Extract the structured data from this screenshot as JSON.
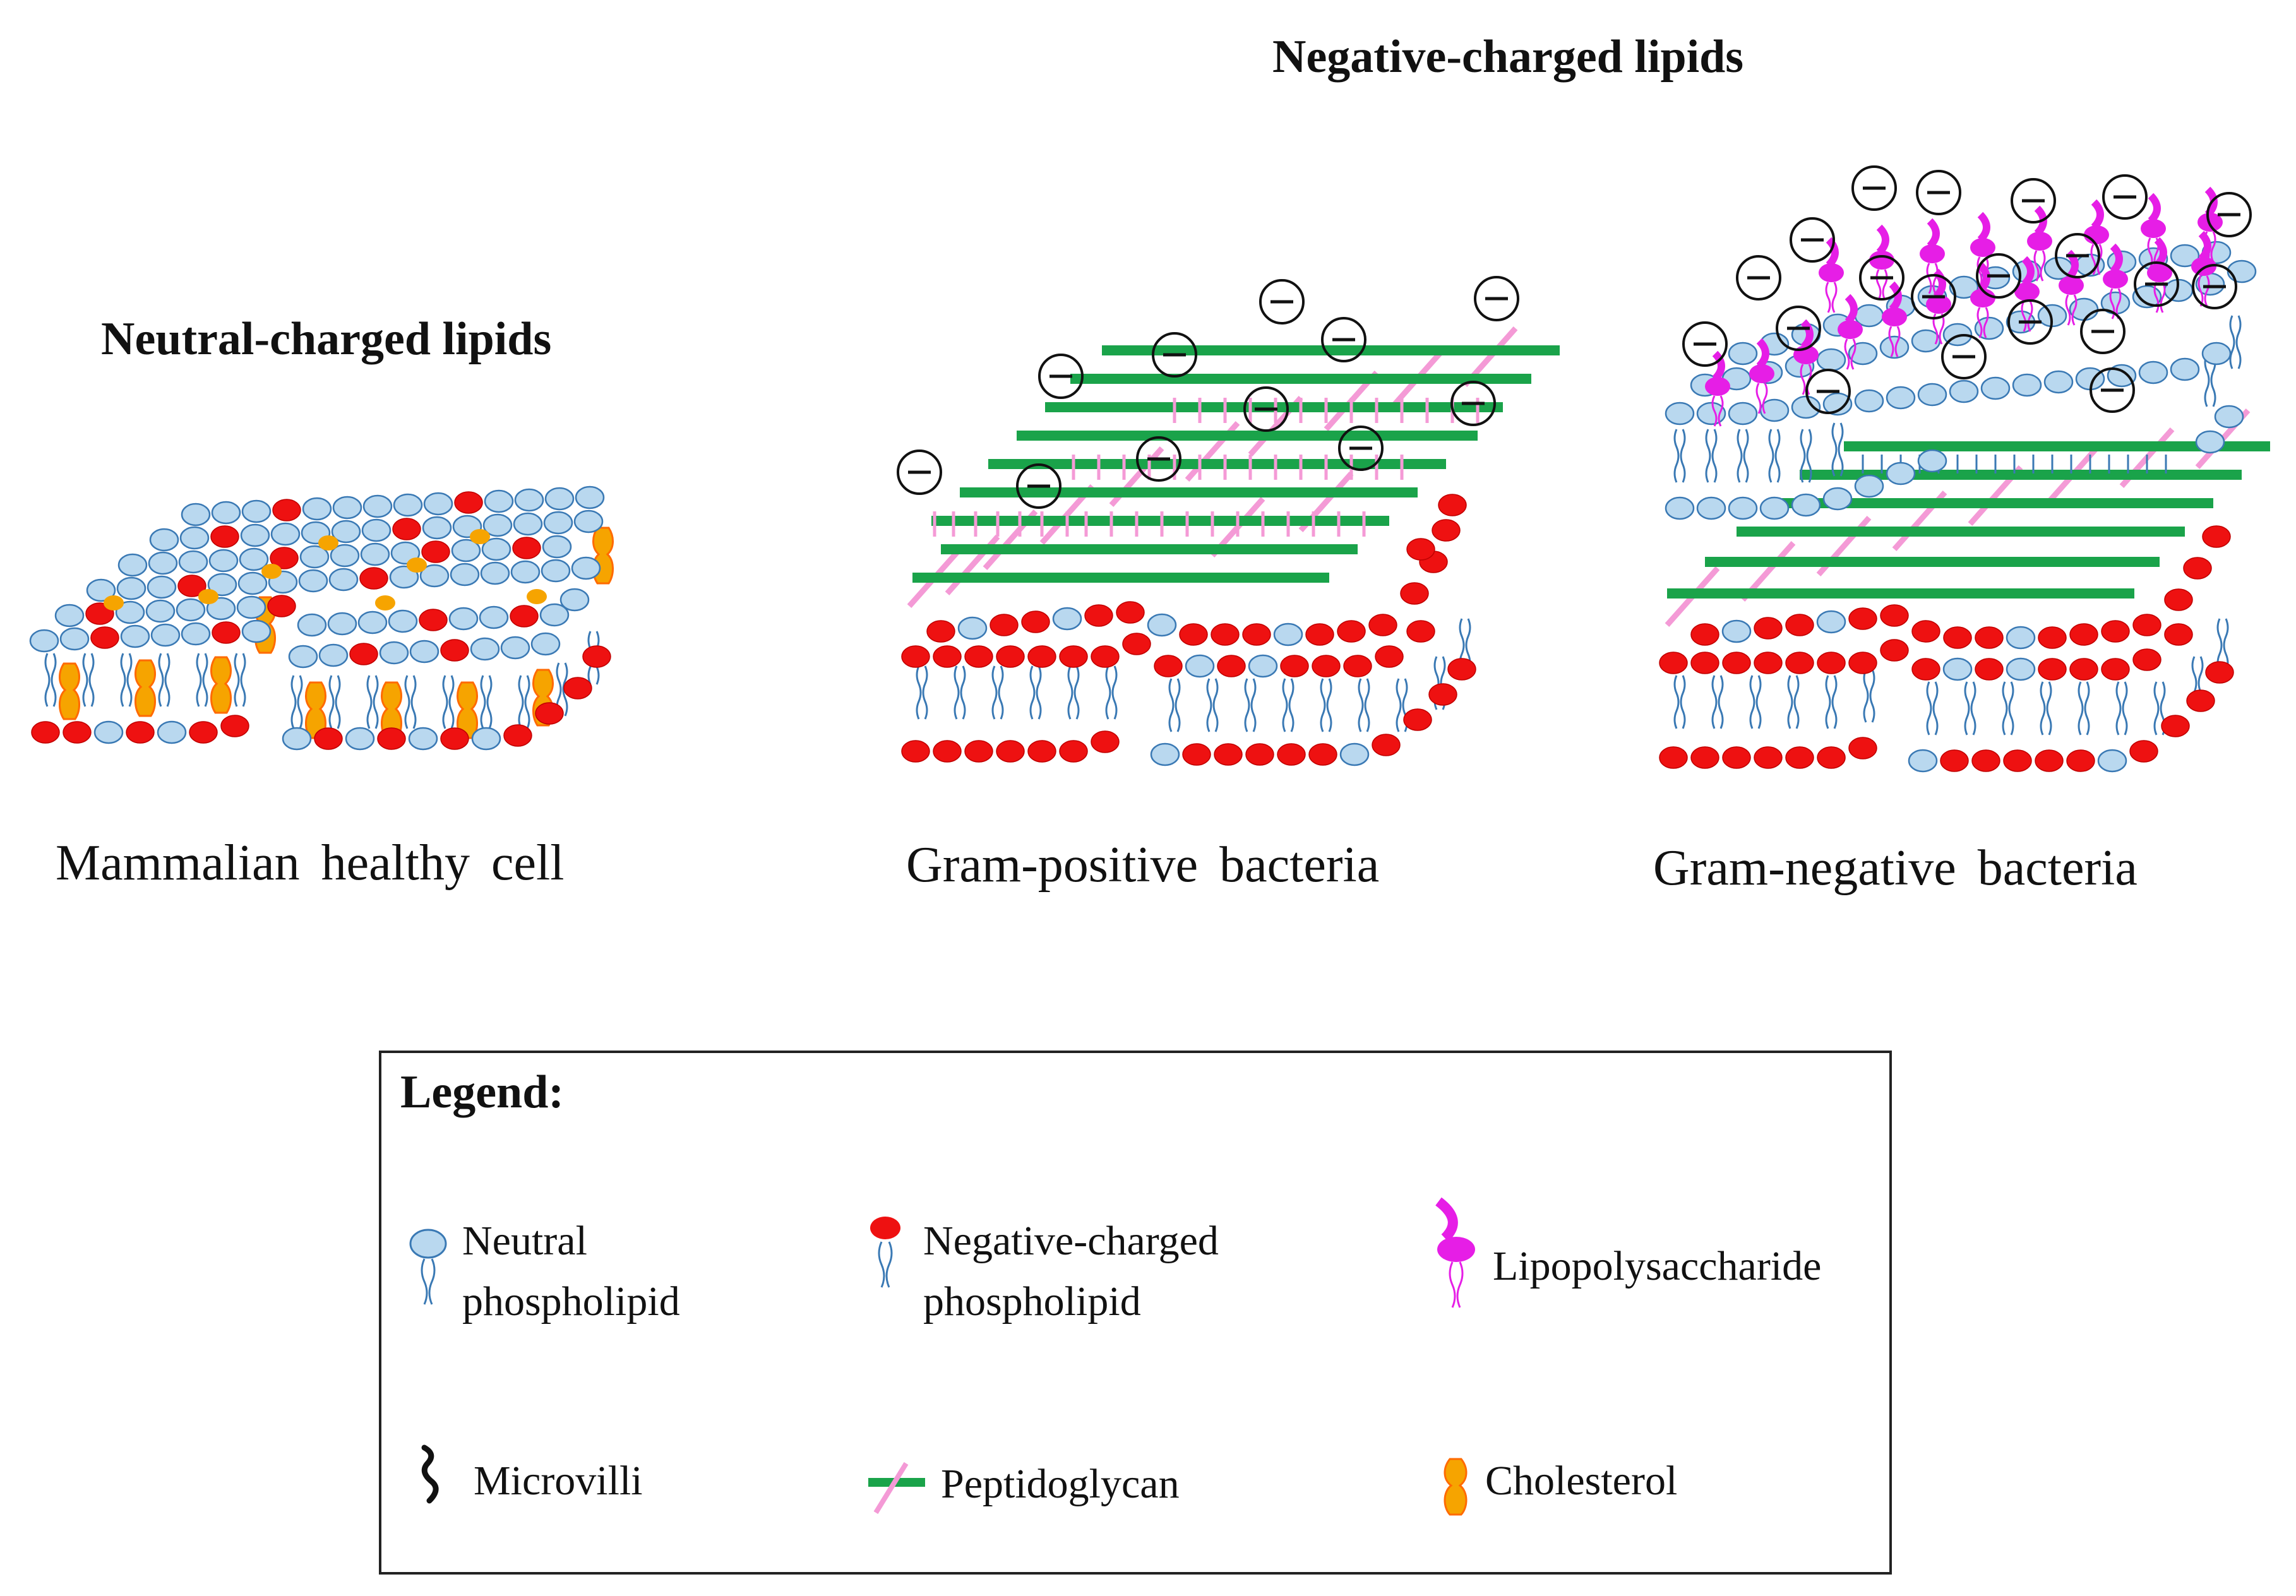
{
  "headings": {
    "negative": "Negative-charged lipids",
    "neutral": "Neutral-charged lipids"
  },
  "captions": {
    "mammalian": "Mammalian healthy cell",
    "gram_positive": "Gram-positive bacteria",
    "gram_negative": "Gram-negative bacteria"
  },
  "legend": {
    "title": "Legend:",
    "items": {
      "neutral_line1": "Neutral",
      "neutral_line2": "phospholipid",
      "negative_line1": "Negative-charged",
      "negative_line2": "phospholipid",
      "lps": "Lipopolysaccharide",
      "microvilli": "Microvilli",
      "peptidoglycan": "Peptidoglycan",
      "cholesterol": "Cholesterol"
    }
  },
  "colors": {
    "neutral_head": "#b9d8ef",
    "neutral_outline": "#3a79b4",
    "negative_head": "#ee1111",
    "cholesterol": "#f6a400",
    "cholesterol_outline": "#ff6a00",
    "peptidoglycan": "#1aa34a",
    "peptidoglycan_crosslink": "#f49ad6",
    "lps": "#e61ee6",
    "tail": "#3a79b4",
    "charge_outline": "#111111"
  },
  "icons": [
    "neutral-phospholipid-icon",
    "negative-phospholipid-icon",
    "lipopolysaccharide-icon",
    "microvilli-icon",
    "peptidoglycan-icon",
    "cholesterol-icon",
    "negative-charge-icon"
  ]
}
